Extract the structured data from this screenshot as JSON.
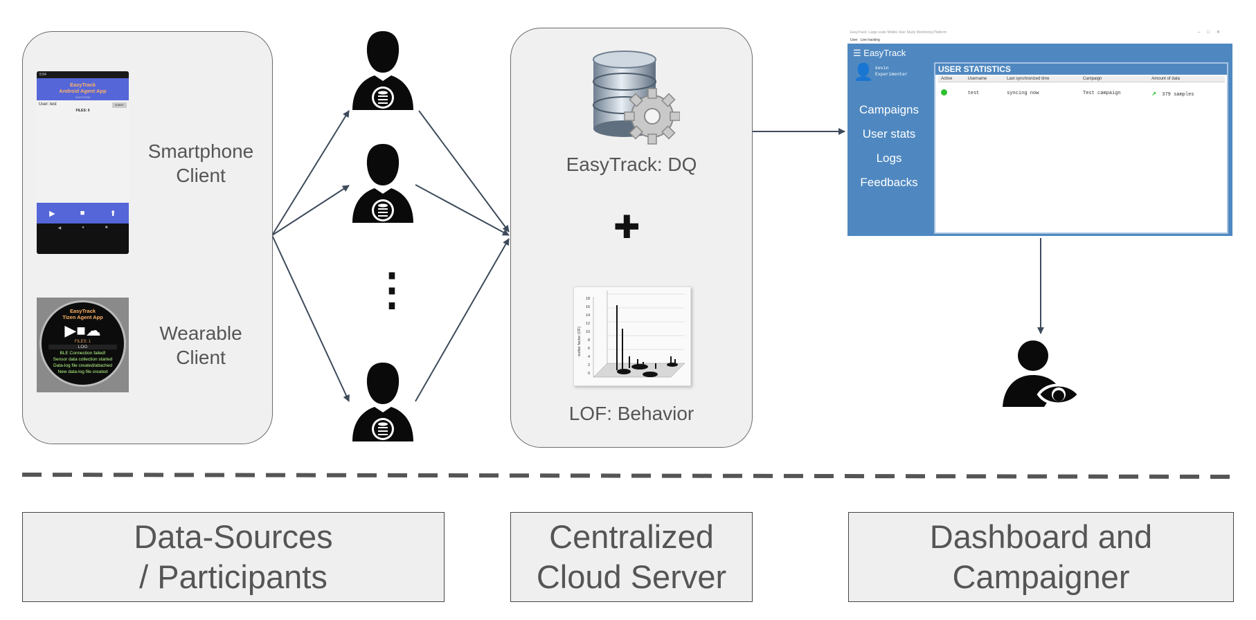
{
  "sources": {
    "smartphone_label": "Smartphone\nClient",
    "wearable_label": "Wearable\nClient"
  },
  "phone": {
    "status_time": "5:54",
    "header_line1": "EasyTrack",
    "header_line2": "Android Agent App",
    "header_sub": "KAIST/NSM",
    "user_text": "User: test",
    "submit_label": "SUBMIT",
    "files_text": "FILES: 0",
    "buttons": [
      "START DATA COLLECTION",
      "STOP DATA COLLECTION",
      "UPLOAD SENSOR DATA"
    ]
  },
  "watch": {
    "title_line1": "EasyTrack",
    "title_line2": "Tizen Agent App",
    "files_text": "FILES: 1",
    "log_label": "LOG",
    "messages": [
      "BLE Connection failed!",
      "Sensor data collection started",
      "Data-log file created/attached",
      "New data-log file created"
    ]
  },
  "server": {
    "dq_label": "EasyTrack: DQ",
    "lof_label": "LOF: Behavior",
    "plus_symbol": "✚",
    "lof_chart_axis_label": "outlier factor (OF)",
    "lof_chart_ticks": [
      "18",
      "16",
      "14",
      "12",
      "10",
      "8",
      "6",
      "4",
      "2",
      "0"
    ]
  },
  "ellipsis": "⋮",
  "dashboard": {
    "window_title": "EasyTrack: Large scale Mobile User Study Monitoring Platform",
    "menu_items": [
      "User",
      "Live tracking"
    ],
    "brand": "EasyTrack",
    "username": "kevin",
    "role": "Experimenter",
    "sidebar": [
      "Campaigns",
      "User stats",
      "Logs",
      "Feedbacks"
    ],
    "stats_title": "USER STATISTICS",
    "columns": [
      "Active",
      "Username",
      "Last synchronized time",
      "Campaign",
      "Amount of data"
    ],
    "row": {
      "username": "test",
      "sync": "syncing now",
      "campaign": "Test campaign",
      "amount": "379 samples"
    },
    "colors": {
      "window_bg": "#4f88c0",
      "active_dot": "#2fbf2f"
    }
  },
  "footer": {
    "col1": {
      "line1": "Data-Sources",
      "line2": "/ Participants"
    },
    "col2": {
      "line1": "Centralized",
      "line2": "Cloud Server"
    },
    "col3": {
      "line1": "Dashboard and",
      "line2": "Campaigner"
    }
  }
}
